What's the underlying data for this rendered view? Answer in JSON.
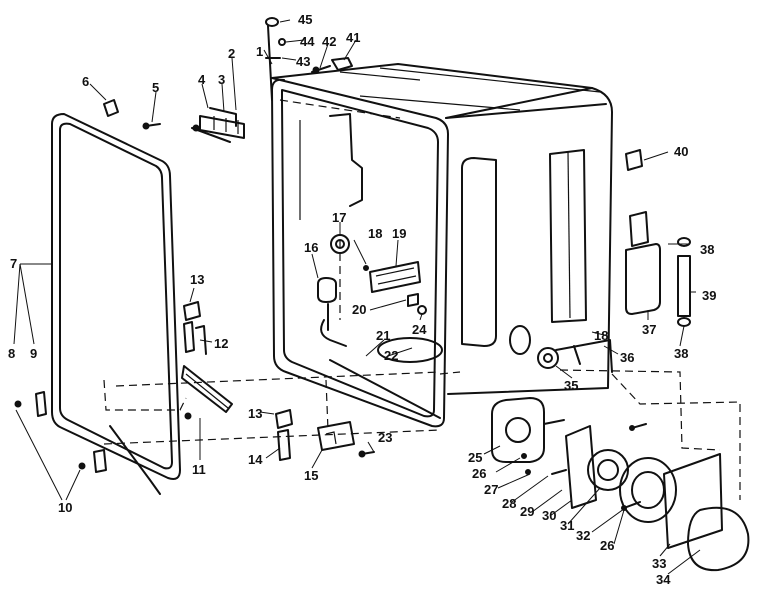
{
  "labels": [
    "1",
    "2",
    "3",
    "4",
    "5",
    "6",
    "7",
    "8",
    "9",
    "10",
    "11",
    "12",
    "13",
    "13",
    "14",
    "15",
    "16",
    "17",
    "18",
    "18",
    "19",
    "20",
    "21",
    "22",
    "23",
    "24",
    "25",
    "26",
    "26",
    "27",
    "28",
    "29",
    "30",
    "31",
    "32",
    "33",
    "34",
    "35",
    "36",
    "37",
    "38",
    "38",
    "39",
    "40",
    "41",
    "42",
    "43",
    "44",
    "45"
  ]
}
